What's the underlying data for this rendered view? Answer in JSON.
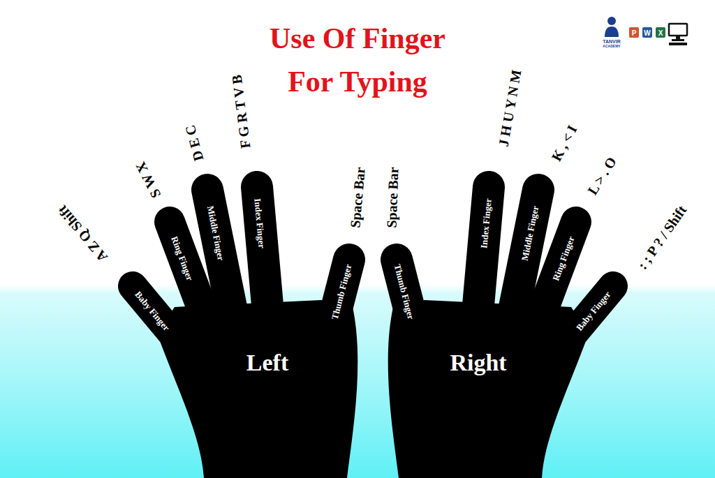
{
  "diagram": {
    "title": "Use Of Finger For Typing",
    "nodes": [
      {
        "text": [
          "Left"
        ]
      },
      {
        "text": [
          "Baby Finger"
        ],
        "in": 0
      },
      {
        "text": [
          "Ring Finger"
        ],
        "in": 0
      },
      {
        "text": [
          "Middle Finger"
        ],
        "in": 0
      },
      {
        "text": [
          "Index Finger"
        ],
        "in": 0
      },
      {
        "text": [
          "Thumb Finger"
        ],
        "in": 0
      },
      {
        "text": [
          "Right"
        ]
      },
      {
        "text": [
          "Thumb Finger"
        ],
        "in": 6
      },
      {
        "text": [
          "Index Finger"
        ],
        "in": 6
      },
      {
        "text": [
          "Middle Finger"
        ],
        "in": 6
      },
      {
        "text": [
          "Ring Finger"
        ],
        "in": 6
      },
      {
        "text": [
          "Baby Finger"
        ],
        "in": 6
      }
    ],
    "labels": [
      "A Z Q Shift",
      "S W X",
      "D E C",
      "F G R T V B",
      "Space Bar",
      "Space Bar",
      "J H U Y N M",
      "K , < I",
      "L > . O",
      ": ; P ? / Shift",
      "TANVIR",
      "ACADEMY",
      "P",
      "W",
      "X"
    ]
  }
}
